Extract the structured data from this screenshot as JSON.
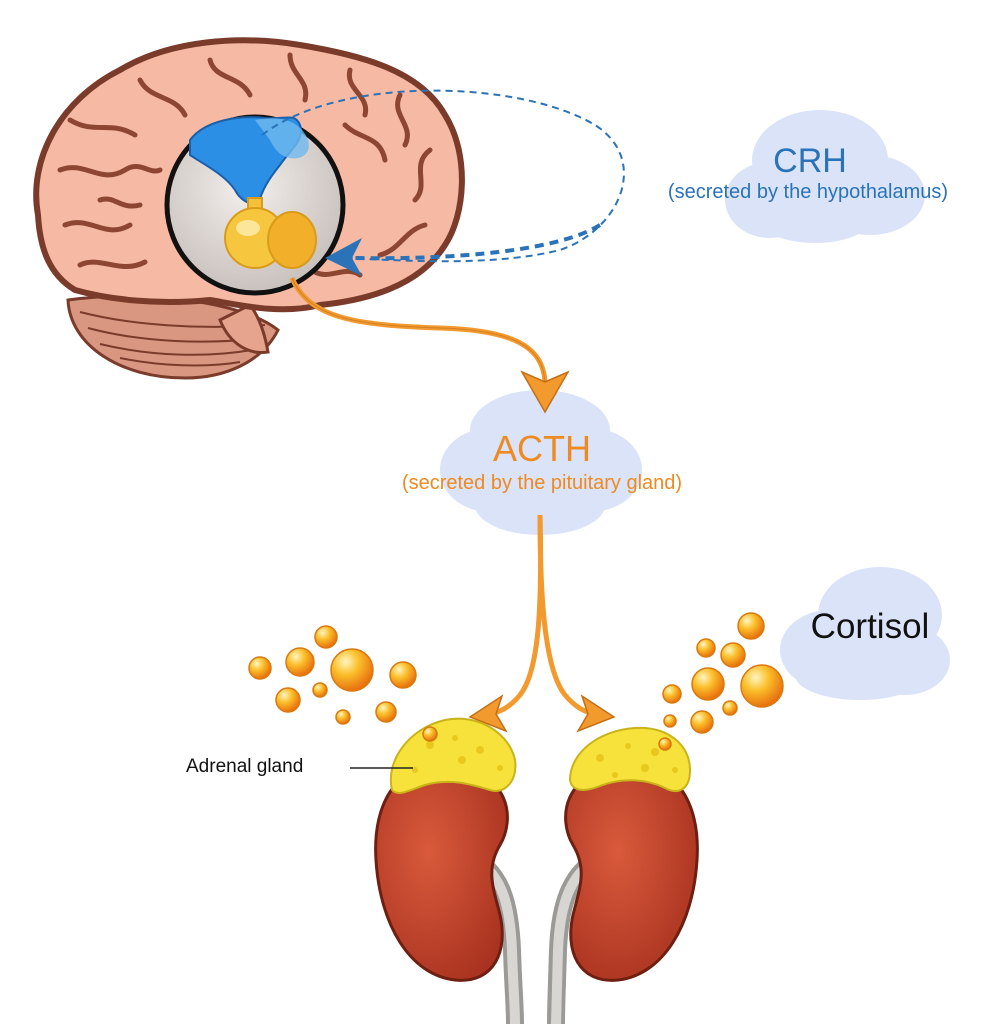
{
  "colors": {
    "crh": "#2a73b8",
    "acth": "#ee8a22",
    "cortisol": "#111111",
    "cloud": "#dbe3f8",
    "brain": "#f6b9a4",
    "brain_outline": "#7a3b2a",
    "kidney": "#c4422c",
    "adrenal": "#f6e23a",
    "droplet": "#f7a51b"
  },
  "labels": {
    "crh_title": "CRH",
    "crh_subtitle": "(secreted by the hypothalamus)",
    "acth_title": "ACTH",
    "acth_subtitle": "(secreted by the pituitary gland)",
    "cortisol": "Cortisol",
    "adrenal_gland": "Adrenal gland"
  },
  "icons": [
    "brain-icon",
    "hypothalamus-icon",
    "pituitary-gland-icon",
    "kidney-icon",
    "adrenal-gland-icon",
    "cortisol-droplet-icon"
  ]
}
